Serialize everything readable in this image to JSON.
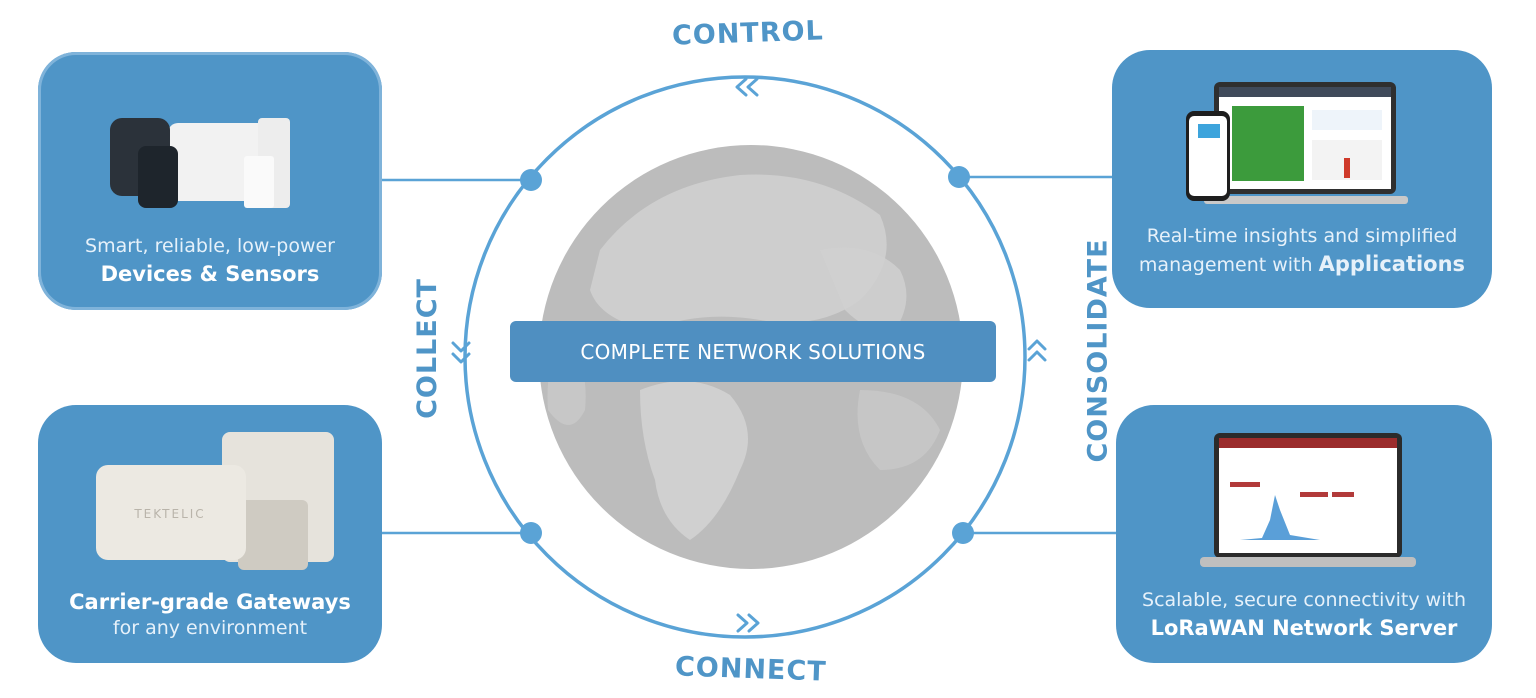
{
  "center": {
    "title": "COMPLETE NETWORK SOLUTIONS"
  },
  "cycle_labels": {
    "top": "CONTROL",
    "left": "COLLECT",
    "right": "CONSOLIDATE",
    "bottom": "CONNECT"
  },
  "cards": {
    "devices": {
      "line1": "Smart, reliable, low-power",
      "line2": "Devices & Sensors"
    },
    "gateways": {
      "line1": "Carrier-grade Gateways",
      "line2": "for any environment"
    },
    "applications": {
      "line1": "Real-time insights and simplified",
      "line2_prefix": "management with",
      "line2_bold": "Applications"
    },
    "network_server": {
      "line1": "Scalable, secure connectivity with",
      "line2": "LoRaWAN Network Server"
    }
  },
  "gateway_brand": "TEKTELIC",
  "colors": {
    "accent": "#4f95c7",
    "globe": "#b9b9b9",
    "line": "#5aa3d6",
    "banner": "#4f8fc1"
  },
  "icons": [
    "globe-icon",
    "sensor-devices-icon",
    "gateway-hardware-icon",
    "app-dashboard-icon",
    "laptop-network-server-icon"
  ]
}
